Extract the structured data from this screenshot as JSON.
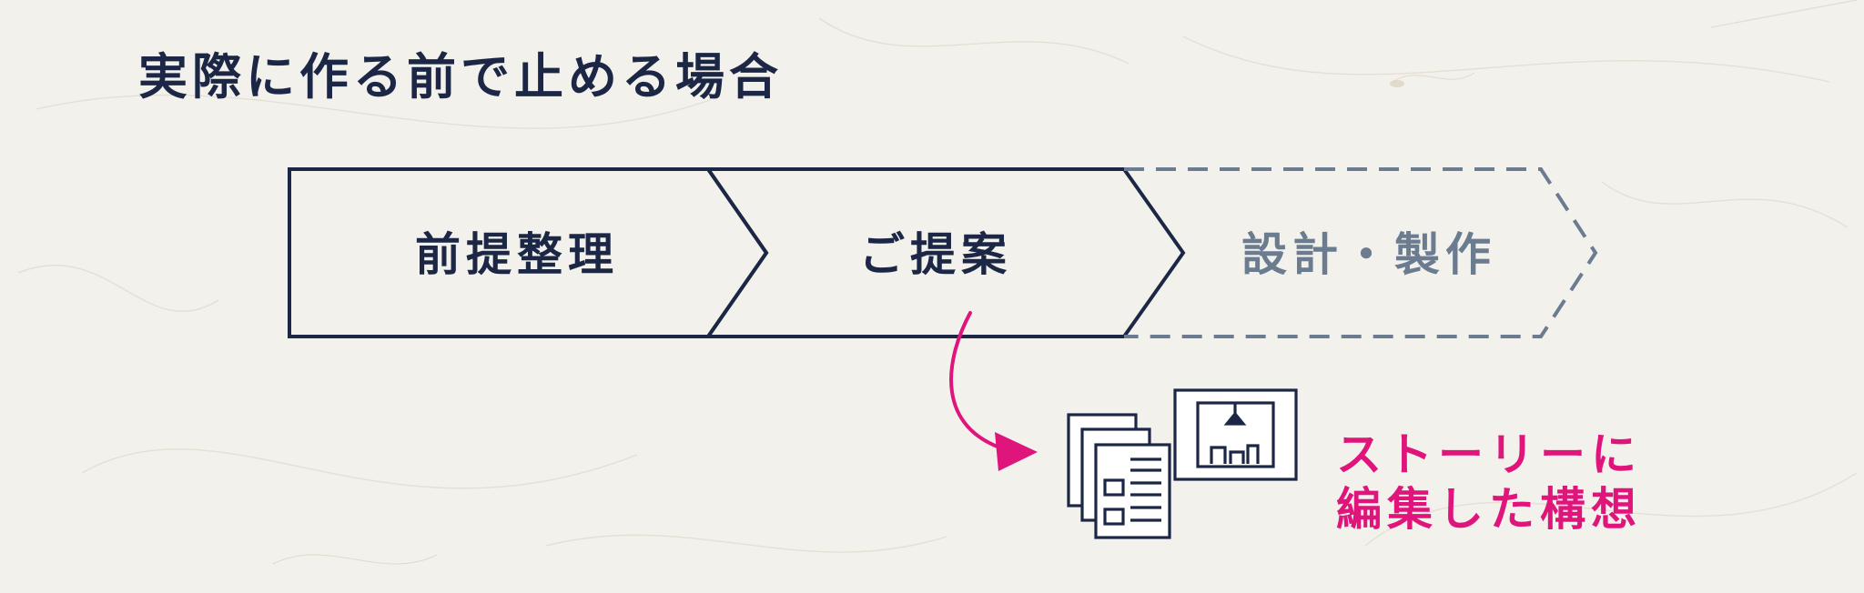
{
  "title": "実際に作る前で止める場合",
  "flow": {
    "steps": [
      {
        "label": "前提整理",
        "state": "active"
      },
      {
        "label": "ご提案",
        "state": "active"
      },
      {
        "label": "設計・製作",
        "state": "skipped"
      }
    ]
  },
  "result": {
    "line1": "ストーリーに",
    "line2": "編集した構想"
  },
  "colors": {
    "navy": "#1c2746",
    "muted": "#6b7b90",
    "accent": "#e0157c",
    "background": "#f2f1ec"
  }
}
